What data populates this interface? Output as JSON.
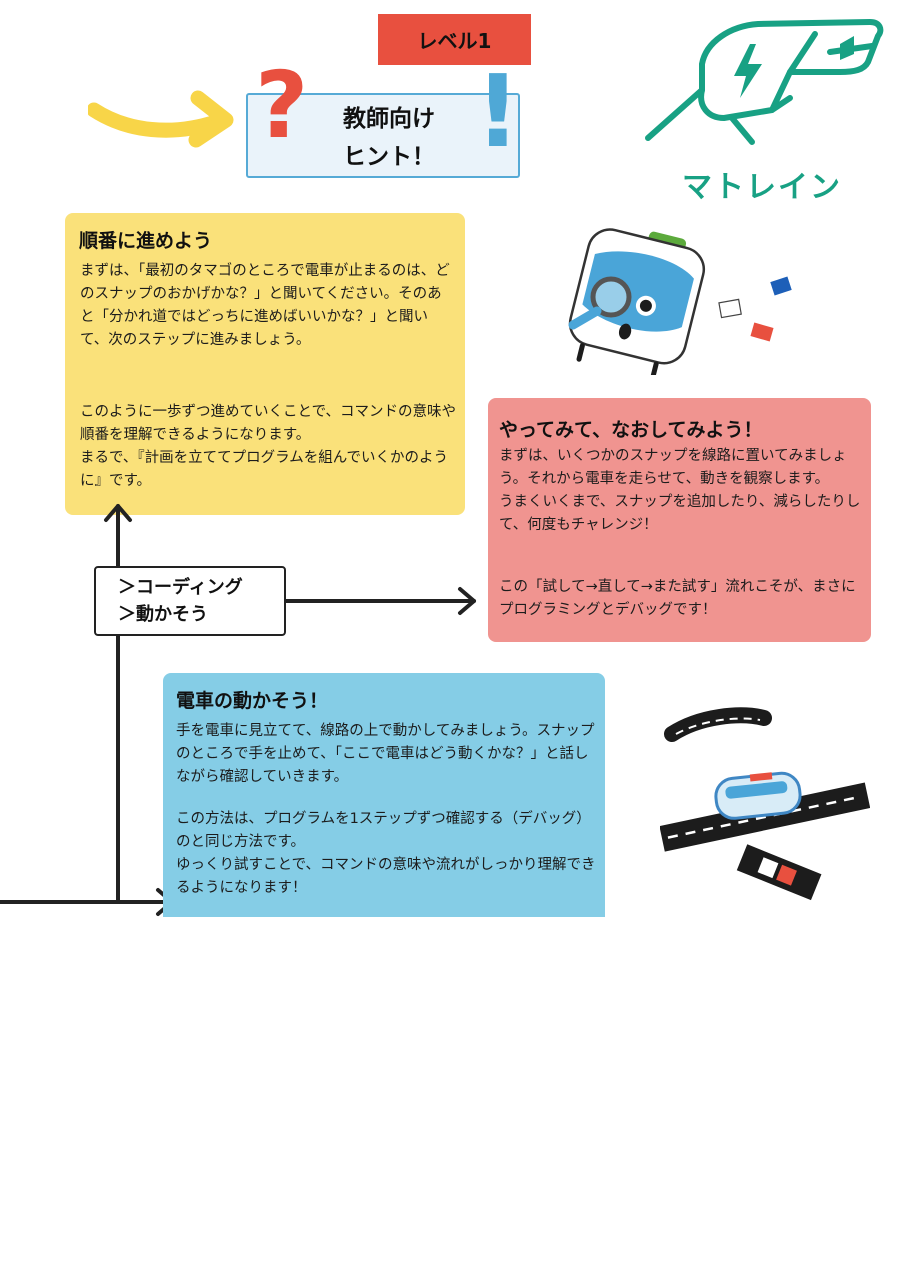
{
  "header": {
    "level_badge": "レベル1",
    "hint_title_line1": "教師向け",
    "hint_title_line2": "ヒント！"
  },
  "brand": {
    "name": "マトレイン"
  },
  "labels": {
    "coding_line1": "＞コーディング",
    "coding_line2": "＞動かそう"
  },
  "cards": {
    "yellow": {
      "title": "順番に進めよう",
      "p1": "まずは、「最初のタマゴのところで電車が止まるのは、どのスナップのおかげかな？」と聞いてください。そのあと「分かれ道ではどっちに進めばいいかな？」と聞いて、次のステップに進みましょう。",
      "p2_line1": "このように一歩ずつ進めていくことで、コマンドの意味や順番を理解できるようになります。",
      "p2_line2": "まるで、『計画を立ててプログラムを組んでいくかのように』です。"
    },
    "red": {
      "title": "やってみて、なおしてみよう！",
      "p1_line1": "まずは、いくつかのスナップを線路に置いてみましょう。それから電車を走らせて、動きを観察します。",
      "p1_line2": "うまくいくまで、スナップを追加したり、減らしたりして、何度もチャレンジ！",
      "p2": "この「試して→直して→また試す」流れこそが、まさにプログラミングとデバッグです！"
    },
    "blue": {
      "title": "電車の動かそう！",
      "p1": "手を電車に見立てて、線路の上で動かしてみましょう。スナップのところで手を止めて、「ここで電車はどう動くかな？」と話しながら確認していきます。",
      "p2_line1": "この方法は、プログラムを1ステップずつ確認する（デバッグ）のと同じ方法です。",
      "p2_line2": "ゆっくり試すことで、コマンドの意味や流れがしっかり理解できるようになります！"
    }
  },
  "colors": {
    "badge_red": "#e8503f",
    "brand_green": "#18a184",
    "card_yellow": "#fae17a",
    "card_red": "#f09490",
    "card_blue": "#85cde6",
    "hint_blue": "#56aad6"
  }
}
